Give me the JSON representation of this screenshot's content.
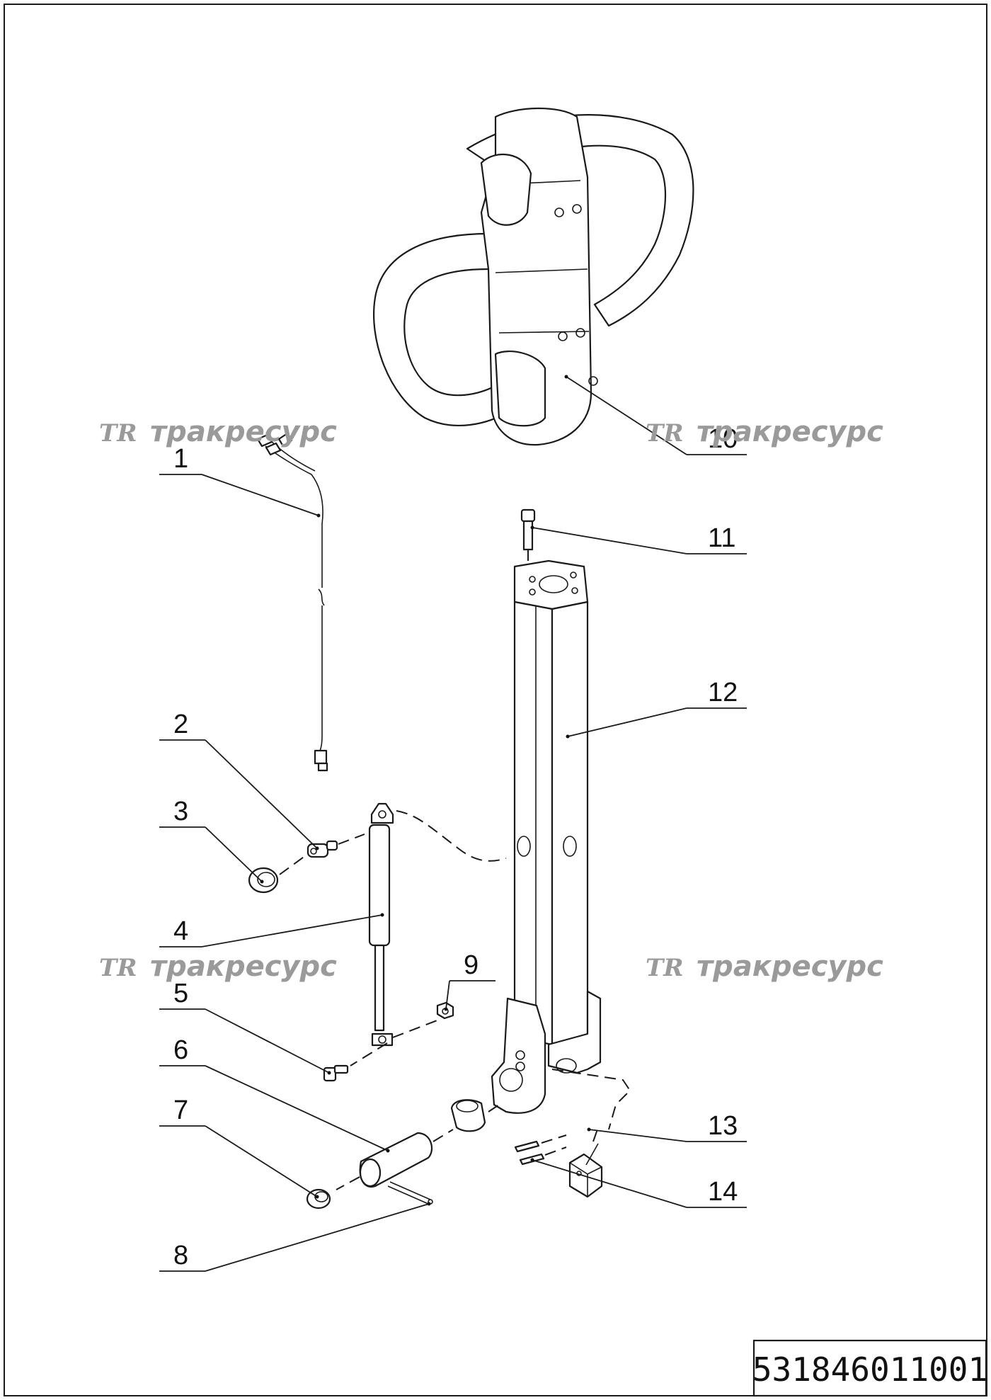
{
  "drawing": {
    "code": "531846011001",
    "watermark_text": "тракресурс",
    "watermark_logo": "TR"
  },
  "callouts": [
    {
      "id": "1",
      "label": "1"
    },
    {
      "id": "2",
      "label": "2"
    },
    {
      "id": "3",
      "label": "3"
    },
    {
      "id": "4",
      "label": "4"
    },
    {
      "id": "5",
      "label": "5"
    },
    {
      "id": "6",
      "label": "6"
    },
    {
      "id": "7",
      "label": "7"
    },
    {
      "id": "8",
      "label": "8"
    },
    {
      "id": "9",
      "label": "9"
    },
    {
      "id": "10",
      "label": "10"
    },
    {
      "id": "11",
      "label": "11"
    },
    {
      "id": "12",
      "label": "12"
    },
    {
      "id": "13",
      "label": "13"
    },
    {
      "id": "14",
      "label": "14"
    }
  ]
}
